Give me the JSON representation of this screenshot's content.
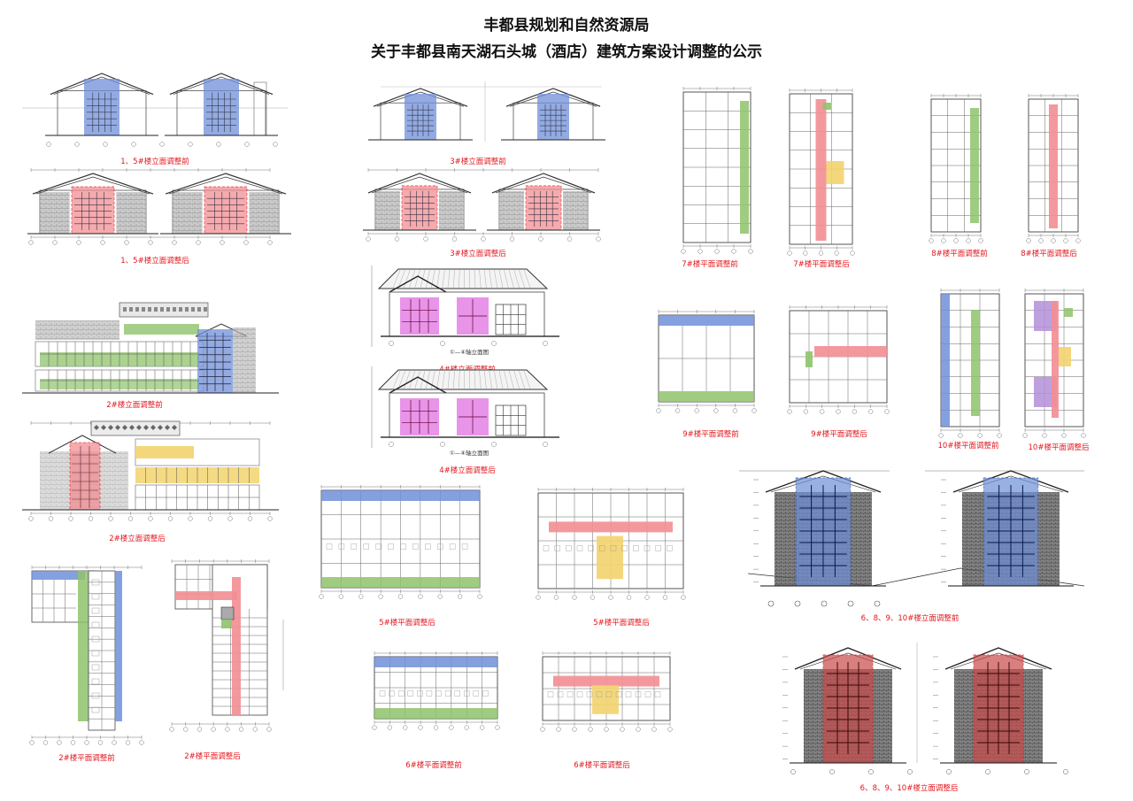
{
  "header": {
    "line1": "丰都县规划和自然资源局",
    "line2": "关于丰都县南天湖石头城（酒店）建筑方案设计调整的公示"
  },
  "colors": {
    "blue": "#6f8fd8",
    "pink": "#f28e94",
    "green": "#8fc36b",
    "yellow": "#f3d36e",
    "magenta": "#e070e0",
    "purple": "#b48fd8",
    "caption": "#e3141b",
    "line": "#555555",
    "stone": "#9a9a9a"
  },
  "captions": {
    "b15_before": "1、5#楼立面调整前",
    "b15_after": "1、5#楼立面调整后",
    "b3_before": "3#楼立面调整前",
    "b3_after": "3#楼立面调整后",
    "b4_before": "4#楼立面调整前",
    "b4_after": "4#楼立面调整后",
    "b4_label_a": "①—④轴立面图",
    "b4_label_b": "①—④轴立面图",
    "b2_elev_before": "2#楼立面调整前",
    "b2_elev_after": "2#楼立面调整后",
    "b2_plan_before": "2#楼平面调整前",
    "b2_plan_after": "2#楼平面调整后",
    "b5_plan_before": "5#楼平面调整后",
    "b5_plan_after": "5#楼平面调整后",
    "b6_plan_before": "6#楼平面调整前",
    "b6_plan_after": "6#楼平面调整后",
    "b7_plan_before": "7#楼平面调整前",
    "b7_plan_after": "7#楼平面调整后",
    "b8_plan_before": "8#楼平面调整前",
    "b8_plan_after": "8#楼平面调整后",
    "b9_plan_before": "9#楼平面调整前",
    "b9_plan_after": "9#楼平面调整后",
    "b10_plan_before": "10#楼平面调整前",
    "b10_plan_after": "10#楼平面调整后",
    "b6891_before": "6、8、9、10#楼立面调整前",
    "b6891_after": "6、8、9、10#楼立面调整后"
  }
}
